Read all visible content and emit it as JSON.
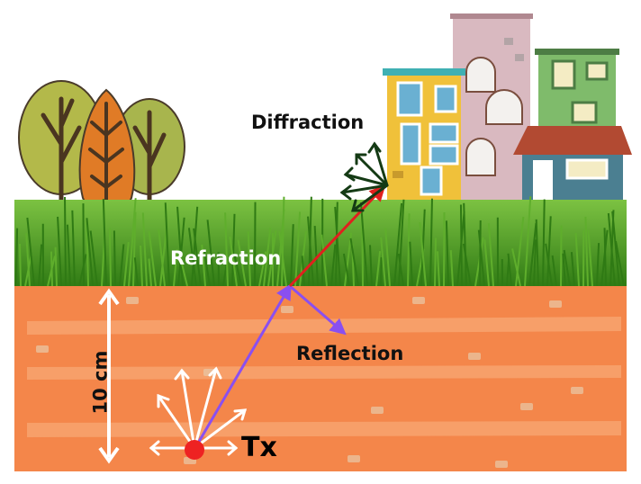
{
  "labels": {
    "diffraction": "Diffraction",
    "refraction": "Refraction",
    "reflection": "Reflection",
    "transmitter": "Tx",
    "depth": "10 cm"
  },
  "colors": {
    "soil": "#f4864a",
    "soil_stripe": "#f7a36f",
    "grass": "#3f8a1e",
    "grass_light": "#5fae2c",
    "incident_ray": "#8a4ff0",
    "refracted_ray": "#e0201e",
    "reflected_ray": "#8a4ff0",
    "diffracted_ray": "#143a14",
    "transmitter": "#ee2222",
    "emission_arrows": "#ffffff",
    "depth_arrow": "#ffffff"
  },
  "icons": [
    "tree-icon",
    "building-icon",
    "transmitter-dot-icon"
  ]
}
